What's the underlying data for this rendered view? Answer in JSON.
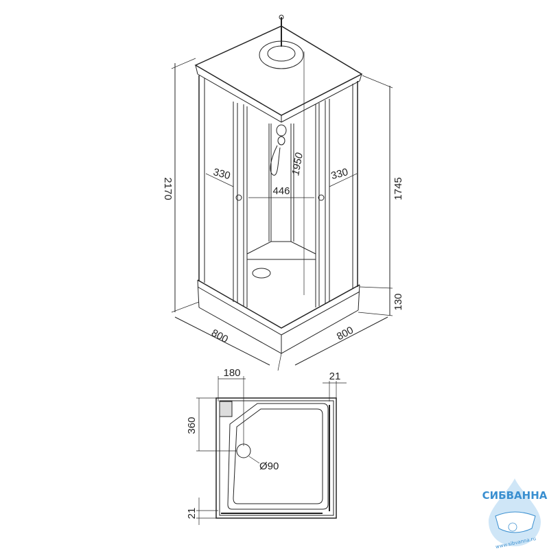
{
  "drawing": {
    "iso_view": {
      "total_height": "2170",
      "cabin_height": "1745",
      "inner_height": "1950",
      "door_left_width": "330",
      "door_right_width": "330",
      "entry_width": "446",
      "tray_height": "130",
      "depth_left": "800",
      "depth_right": "800"
    },
    "plan_view": {
      "column_offset": "180",
      "wall_gap_top": "21",
      "drain_offset": "360",
      "drain_diameter": "Ø90",
      "wall_gap_bottom": "21"
    }
  },
  "logo": {
    "name": "СИБВАННА",
    "url": "www.sibvanna.ru",
    "color": "#3a8fd0"
  }
}
